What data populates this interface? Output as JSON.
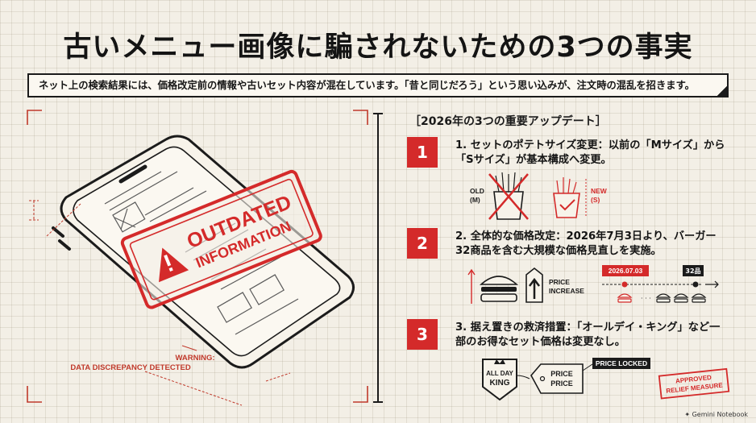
{
  "title": "古いメニュー画像に騙されないための3つの事実",
  "subtitle": "ネット上の検索結果には、価格改定前の情報や古いセット内容が混在しています。「昔と同じだろう」という思い込みが、注文時の混乱を招きます。",
  "left_panel": {
    "stamp_line1": "OUTDATED",
    "stamp_line2": "INFORMATION",
    "warning_line1": "WARNING:",
    "warning_line2": "DATA DISCREPANCY DETECTED"
  },
  "right_panel": {
    "section_heading": "［2026年の3つの重要アップデート］",
    "steps": [
      {
        "number": "1",
        "text": "1. セットのポテトサイズ変更：以前の「Mサイズ」から「Sサイズ」が基本構成へ変更。",
        "old_label_1": "OLD",
        "old_label_2": "(M)",
        "new_label_1": "NEW",
        "new_label_2": "(S)"
      },
      {
        "number": "2",
        "text": "2. 全体的な価格改定：2026年7月3日より、バーガー32商品を含む大規模な価格見直しを実施。",
        "price_increase_1": "PRICE",
        "price_increase_2": "INCREASE",
        "date_tag": "2026.07.03",
        "count_tag": "32品"
      },
      {
        "number": "3",
        "text": "3. 据え置きの救済措置：「オールデイ・キング」など一部のお得なセット価格は変更なし。",
        "badge_1": "ALL DAY",
        "badge_2": "KING",
        "price_tag_1": "PRICE",
        "price_tag_2": "PRICE",
        "price_locked": "PRICE LOCKED",
        "approved_1": "APPROVED",
        "approved_2": "RELIEF MEASURE"
      }
    ]
  },
  "footer_logo": "Gemini Notebook",
  "colors": {
    "accent": "#d42a2a",
    "ink": "#1b1b1b",
    "paper": "#f3efe6"
  }
}
